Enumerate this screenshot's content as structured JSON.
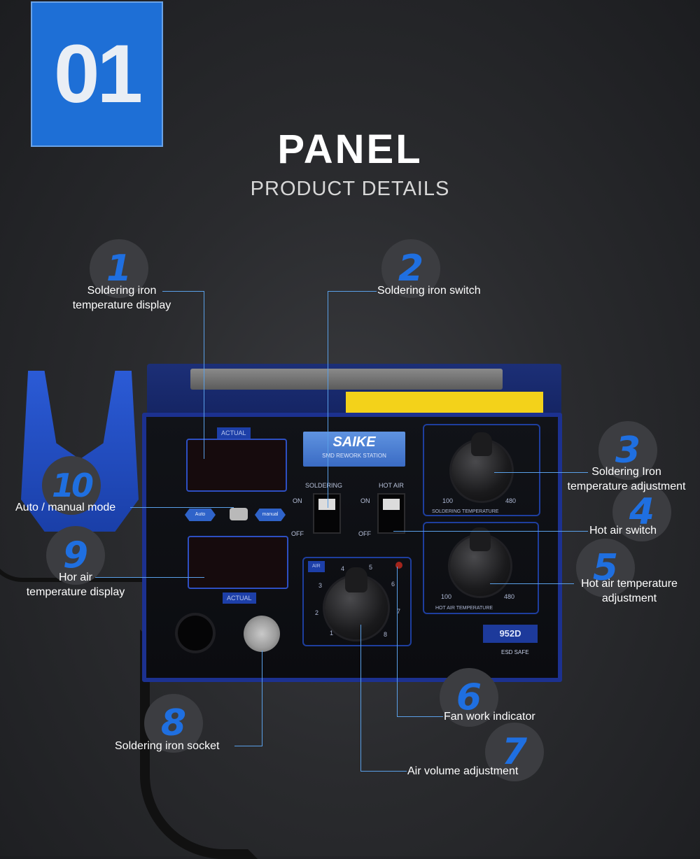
{
  "badge": {
    "number": "01"
  },
  "header": {
    "title": "PANEL",
    "subtitle": "PRODUCT DETAILS"
  },
  "device": {
    "brand": "SAIKE",
    "brand_sub": "SMD REWORK STATION",
    "model": "952D",
    "esd_text": "ESD SAFE",
    "tags": {
      "actual_top": "ACTUAL",
      "actual_bottom": "ACTUAL",
      "soldering_switch": "SOLDERING",
      "hot_air_switch": "HOT AIR",
      "on_left": "ON",
      "off_left": "OFF",
      "on_right": "ON",
      "off_right": "OFF",
      "soldering_temperature": "SOLDERING TEMPERATURE",
      "hot_air_temperature": "HOT AIR TEMPERATURE",
      "air": "AIR",
      "auto": "Auto",
      "manual": "manual"
    },
    "scales": {
      "solder_min": "100",
      "solder_max": "480",
      "air_temp_min": "100",
      "air_temp_max": "480",
      "air_volume": [
        "1",
        "2",
        "3",
        "4",
        "5",
        "6",
        "7",
        "8"
      ]
    }
  },
  "callouts": [
    {
      "number": "1",
      "label": "Soldering iron\ntemperature display"
    },
    {
      "number": "2",
      "label": "Soldering iron switch"
    },
    {
      "number": "3",
      "label": "Soldering Iron\ntemperature adjustment"
    },
    {
      "number": "4",
      "label": "Hot air switch"
    },
    {
      "number": "5",
      "label": "Hot air temperature\nadjustment"
    },
    {
      "number": "6",
      "label": "Fan work indicator"
    },
    {
      "number": "7",
      "label": "Air volume adjustment"
    },
    {
      "number": "8",
      "label": "Soldering iron socket"
    },
    {
      "number": "9",
      "label": "Hor air\ntemperature display"
    },
    {
      "number": "10",
      "label": "Auto / manual mode"
    }
  ],
  "colors": {
    "accent": "#1e6fd6",
    "leader": "#5aa0e8",
    "number": "#1f6fe0"
  }
}
